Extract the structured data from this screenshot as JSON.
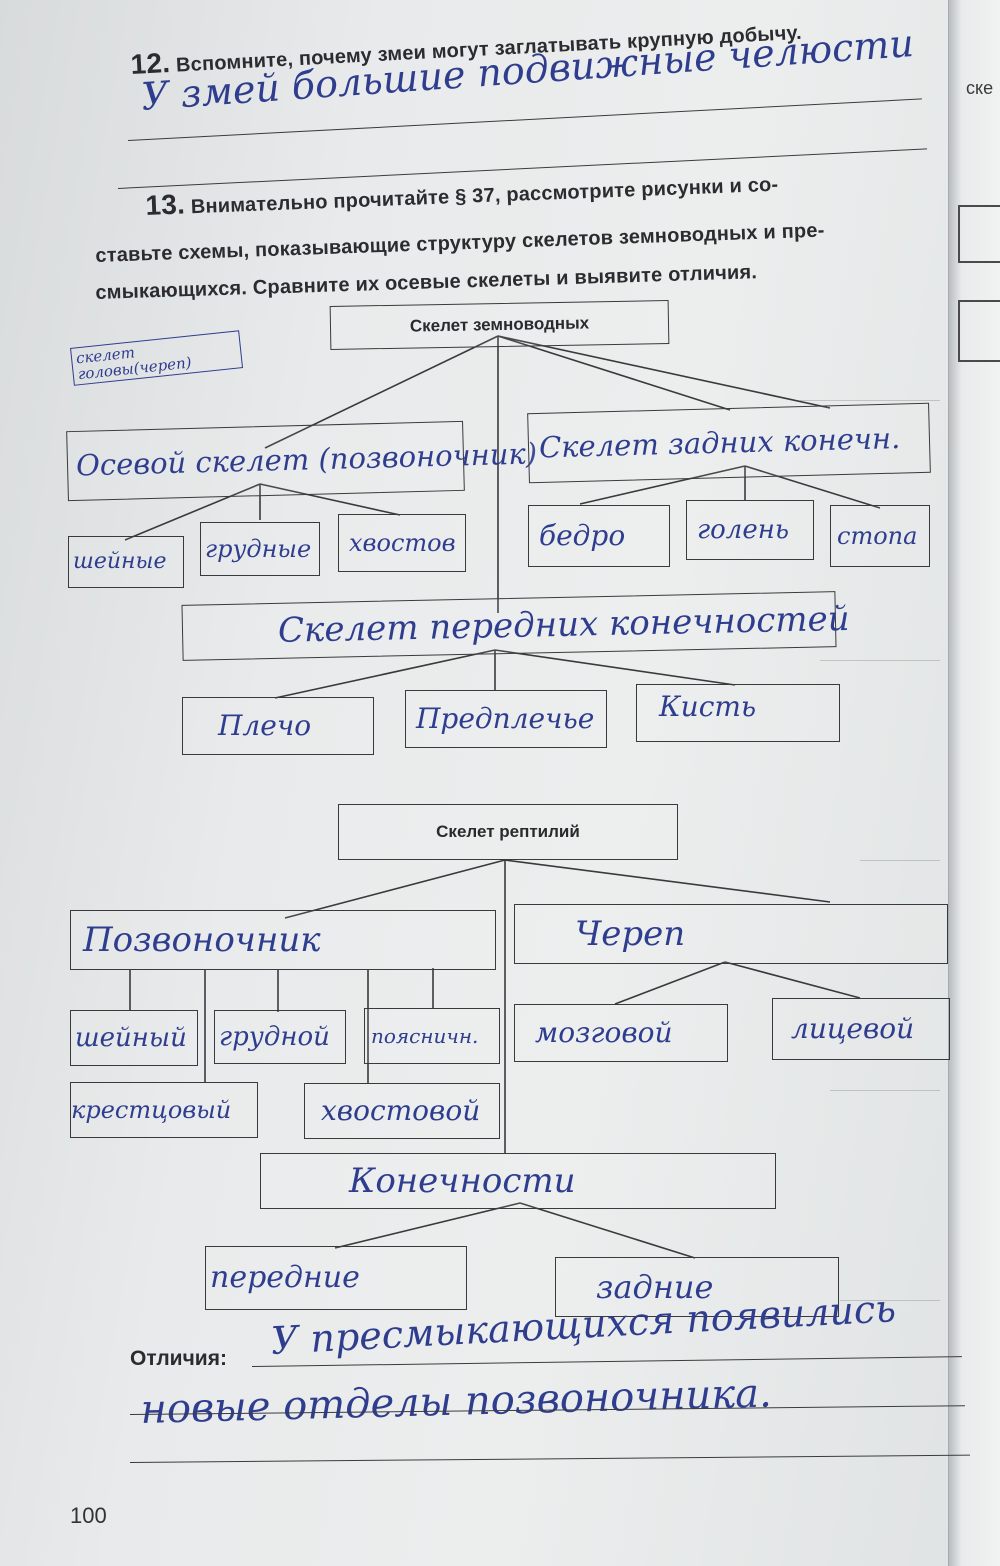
{
  "task12": {
    "number": "12.",
    "question": "Вспомните, почему змеи могут заглатывать крупную добычу.",
    "answer": "У змей большие подвижные челюсти"
  },
  "task13": {
    "number": "13.",
    "question_line1": "Внимательно прочитайте § 37, рассмотрите рисунки и со-",
    "question_line2": "ставьте схемы, показывающие структуру скелетов земноводных и пре-",
    "question_line3": "смыкающихся. Сравните их осевые скелеты и выявите отличия."
  },
  "amphibian_scheme": {
    "root": "Скелет земноводных",
    "side_note": "скелет головы(череп)",
    "axial": {
      "label": "Осевой скелет (позвоночник)",
      "children": [
        "шейные",
        "грудные",
        "хвостов"
      ]
    },
    "hind": {
      "label": "Скелет задних конечн.",
      "children": [
        "бедро",
        "голень",
        "стопа"
      ]
    },
    "front": {
      "label": "Скелет передних конечностей",
      "children": [
        "Плечо",
        "Предплечье",
        "Кисть"
      ]
    }
  },
  "reptile_scheme": {
    "root": "Скелет рептилий",
    "spine": {
      "label": "Позвоночник",
      "children": [
        "шейный",
        "грудной",
        "поясничн.",
        "крестцовый",
        "хвостовой"
      ]
    },
    "skull": {
      "label": "Череп",
      "children": [
        "мозговой",
        "лицевой"
      ]
    },
    "limbs": {
      "label": "Конечности",
      "children": [
        "передние",
        "задние"
      ]
    }
  },
  "differences": {
    "label": "Отличия:",
    "answer_line1": "У пресмыкающихся появились",
    "answer_line2": "новые отделы позвоночника."
  },
  "page_number": "100",
  "right_page_fragment": {
    "text": "ске"
  },
  "colors": {
    "ink": "#2f3d8f",
    "print": "#2a2a2e",
    "paper": "#e8eaeb"
  }
}
